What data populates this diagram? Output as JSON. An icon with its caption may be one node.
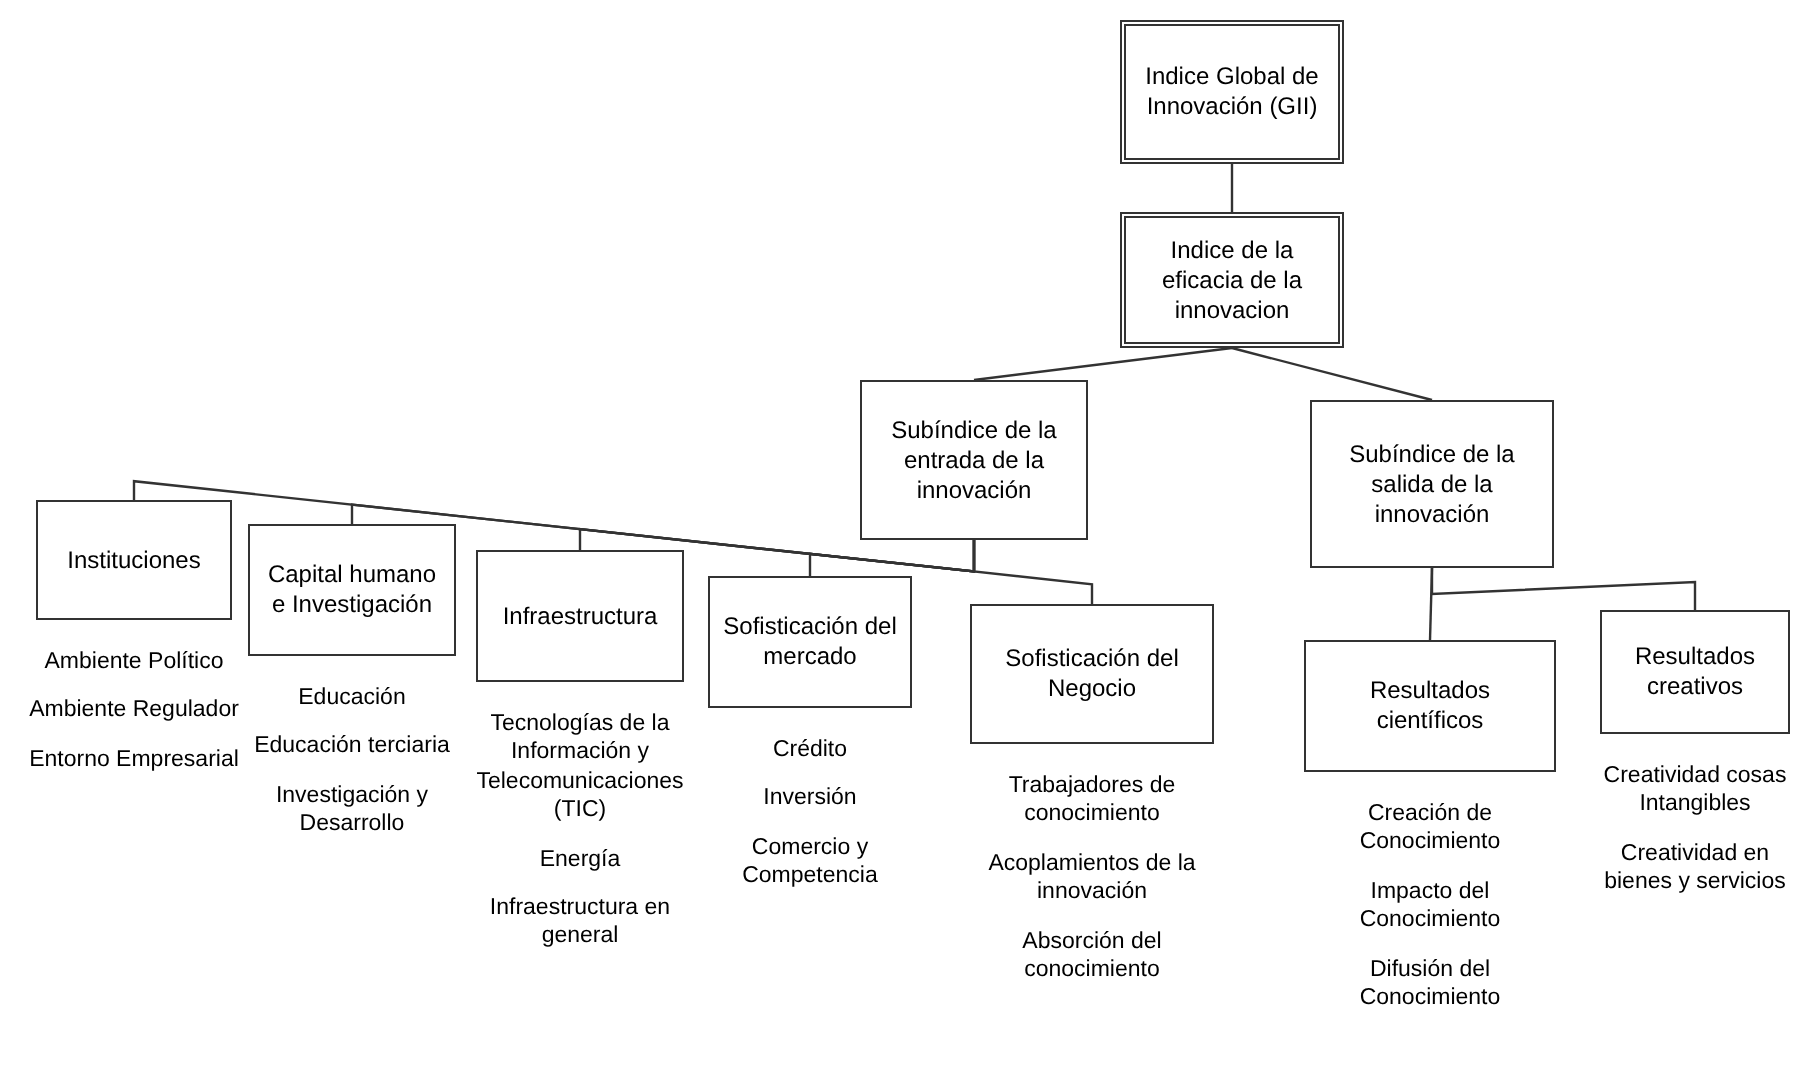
{
  "diagram": {
    "nodes": [
      {
        "text": [
          "Indice Global de Innovación (GII)"
        ]
      },
      {
        "text": [
          "Indice de la eficacia de la innovacion"
        ]
      },
      {
        "text": [
          "Subíndice de la entrada de la innovación"
        ]
      },
      {
        "text": [
          "Subíndice de la salida de la innovación"
        ]
      },
      {
        "text": [
          "Instituciones"
        ],
        "beside": [
          "Ambiente Político",
          "Ambiente Regulador",
          "Entorno Empresarial"
        ]
      },
      {
        "text": [
          "Capital humano e Investigación"
        ],
        "beside": [
          "Educación",
          "Educación terciaria",
          "Investigación y Desarrollo"
        ]
      },
      {
        "text": [
          "Infraestructura"
        ],
        "beside": [
          "Tecnologías de la Información y Telecomunicaciones (TIC)",
          "Energía",
          "Infraestructura en general"
        ]
      },
      {
        "text": [
          "Sofisticación del mercado"
        ],
        "beside": [
          "Crédito",
          "Inversión",
          "Comercio y Competencia"
        ]
      },
      {
        "text": [
          "Sofisticación del Negocio"
        ],
        "beside": [
          "Trabajadores de conocimiento",
          "Acoplamientos de la innovación",
          "Absorción del conocimiento"
        ]
      },
      {
        "text": [
          "Resultados científicos"
        ],
        "beside": [
          "Creación de Conocimiento",
          "Impacto del Conocimiento",
          "Difusión del Conocimiento"
        ]
      },
      {
        "text": [
          "Resultados creativos"
        ],
        "beside": [
          "Creatividad cosas Intangibles",
          "Creatividad en bienes y servicios"
        ]
      }
    ],
    "edges": [
      {
        "from": 0,
        "to": 1,
        "arrow": "none"
      },
      {
        "from": 1,
        "to": 2,
        "arrow": "none"
      },
      {
        "from": 1,
        "to": 3,
        "arrow": "none"
      },
      {
        "from": 2,
        "to": 4,
        "arrow": "none"
      },
      {
        "from": 2,
        "to": 5,
        "arrow": "none"
      },
      {
        "from": 2,
        "to": 6,
        "arrow": "none"
      },
      {
        "from": 2,
        "to": 7,
        "arrow": "none"
      },
      {
        "from": 2,
        "to": 8,
        "arrow": "none"
      },
      {
        "from": 3,
        "to": 9,
        "arrow": "none"
      },
      {
        "from": 3,
        "to": 10,
        "arrow": "none"
      }
    ]
  }
}
